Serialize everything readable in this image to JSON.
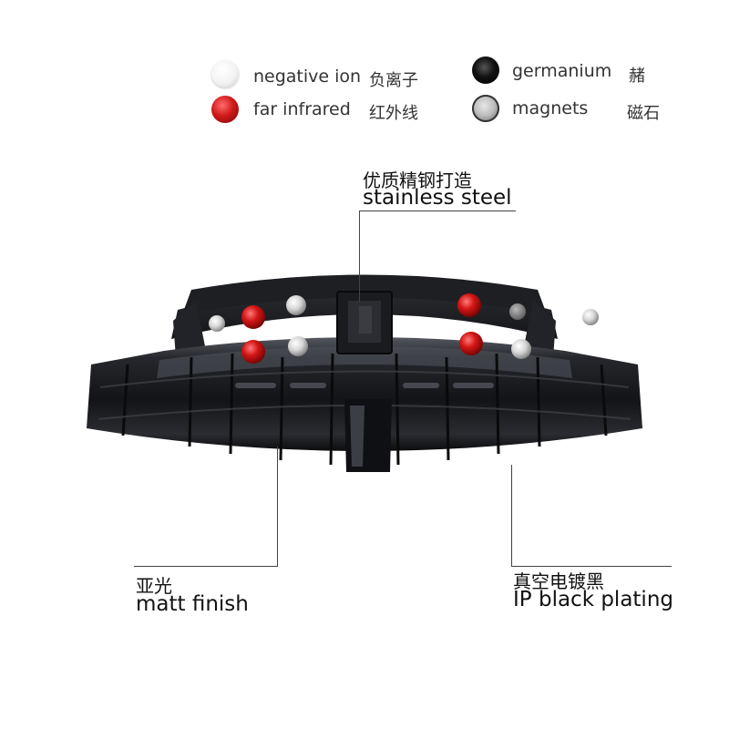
{
  "legend": {
    "items": [
      {
        "en": "negative ion",
        "zh": "负离子",
        "icon": "white-sphere",
        "color": "#f2f2f2"
      },
      {
        "en": "far infrared",
        "zh": "红外线",
        "icon": "red-sphere",
        "color": "#d11a1a"
      },
      {
        "en": "germanium",
        "zh": "赭",
        "icon": "black-sphere",
        "color": "#111111"
      },
      {
        "en": "magnets",
        "zh": "磁石",
        "icon": "silver-sphere",
        "color": "#c8c8c8"
      }
    ]
  },
  "callouts": {
    "top": {
      "zh": "优质精钢打造",
      "en": "stainless steel"
    },
    "left": {
      "zh": "亚光",
      "en": "matt finish"
    },
    "right": {
      "zh": "真空电镀黑",
      "en": "IP black plating"
    }
  },
  "colors": {
    "bracelet": "#1b1c20",
    "highlight": "#6c6f78",
    "line": "#444444"
  }
}
